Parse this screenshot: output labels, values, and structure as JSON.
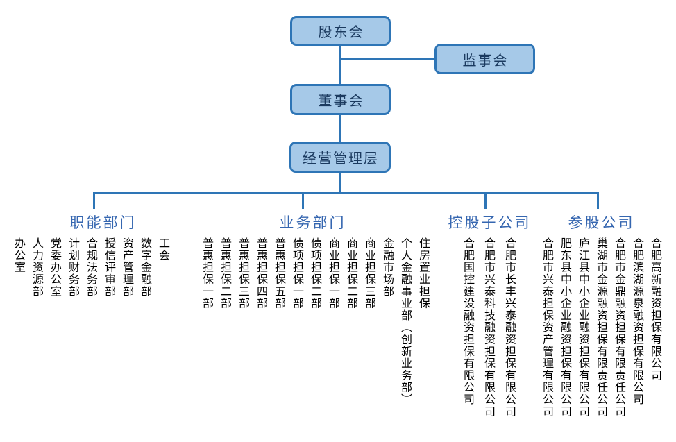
{
  "diagram": {
    "type": "org-chart",
    "nodes": {
      "shareholders": {
        "label": "股东会"
      },
      "supervisory_board": {
        "label": "监事会"
      },
      "board_of_directors": {
        "label": "董事会"
      },
      "management": {
        "label": "经营管理层"
      }
    },
    "groups": [
      {
        "label": "职能部门",
        "items": [
          "办公室",
          "人力资源部",
          "党委办公室",
          "计划财务部",
          "合规法务部",
          "授信评审部",
          "资产管理部",
          "数字金融部",
          "工会"
        ]
      },
      {
        "label": "业务部门",
        "items": [
          "普惠担保一部",
          "普惠担保二部",
          "普惠担保三部",
          "普惠担保四部",
          "普惠担保五部",
          "债项担保一部",
          "债项担保二部",
          "商业担保一部",
          "商业担保二部",
          "商业担保三部",
          "金融市场部",
          "个人金融事业部（创新业务部）",
          "住房置业担保"
        ]
      },
      {
        "label": "控股子公司",
        "items": [
          "合肥国控建设融资担保有限公司",
          "合肥市兴泰科技融资担保有限公司",
          "合肥市长丰兴泰融资担保有限公司"
        ]
      },
      {
        "label": "参股公司",
        "items": [
          "合肥市兴泰担保资产管理有限公司",
          "肥东县中小企业融资担保有限公司",
          "庐江县中小企业融资担保有限公司",
          "巢湖市金源融资担保有限责任公司",
          "合肥市金鼎融资担保有限责任公司",
          "合肥滨湖源泉融资担保有限公司",
          "合肥高新融资担保有限公司"
        ]
      }
    ],
    "colors": {
      "box_fill": "#A6C9E8",
      "box_border": "#2E75B6",
      "box_text": "#1B3A5F",
      "header_text": "#3566B0",
      "line": "#2E75B6",
      "item_text": "#000000"
    }
  }
}
